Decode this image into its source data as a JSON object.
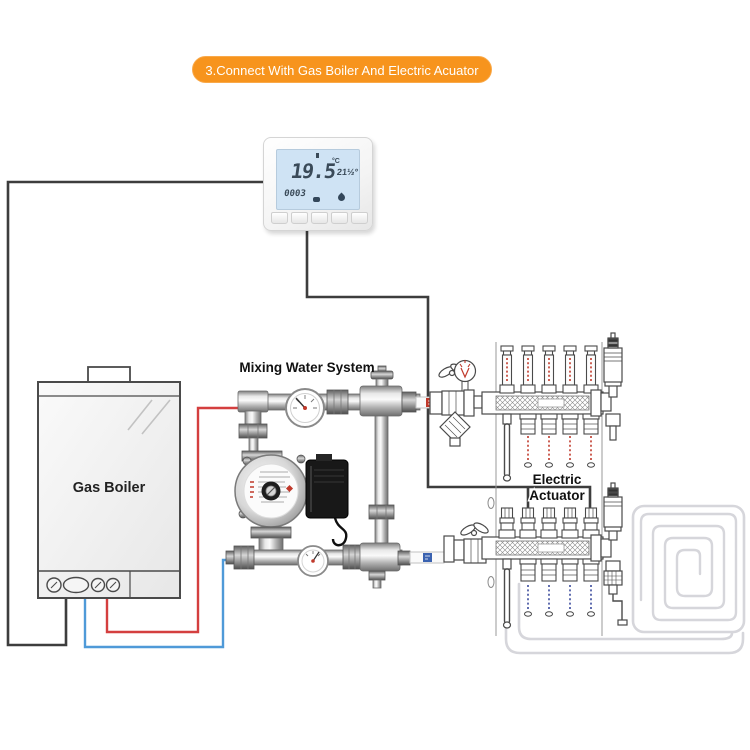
{
  "title_banner": {
    "text": "3.Connect With Gas Boiler And Electric Acuator"
  },
  "labels": {
    "gas_boiler": "Gas Boiler",
    "mixing_water_system": "Mixing Water System",
    "electric_actuator_line1": "Electric",
    "electric_actuator_line2": "Actuator"
  },
  "thermostat": {
    "current_temp": "19.5",
    "temp_unit": "°C",
    "set_temp": "21½°",
    "mode_code": "0003",
    "button_count": 5,
    "icons": [
      "antenna-icon",
      "clock-icon",
      "water-drop-icon"
    ]
  },
  "boiler": {
    "knob_count": 4
  },
  "manifold": {
    "flow_meter_count": 5,
    "actuator_count": 5,
    "wired_actuator_positions": [
      2,
      5
    ]
  },
  "colors": {
    "banner_bg": "#f7941d",
    "hot_water_pipe": "#d43f3f",
    "cold_water_pipe": "#4f9ad8",
    "wire": "#3d3d3d",
    "lcd_bg": "#cfe3f4",
    "line_art": "#4a4a4a",
    "floor_coil": "#d6d6db",
    "red_mark": "#c0392b",
    "blue_mark": "#3a4a9c"
  }
}
